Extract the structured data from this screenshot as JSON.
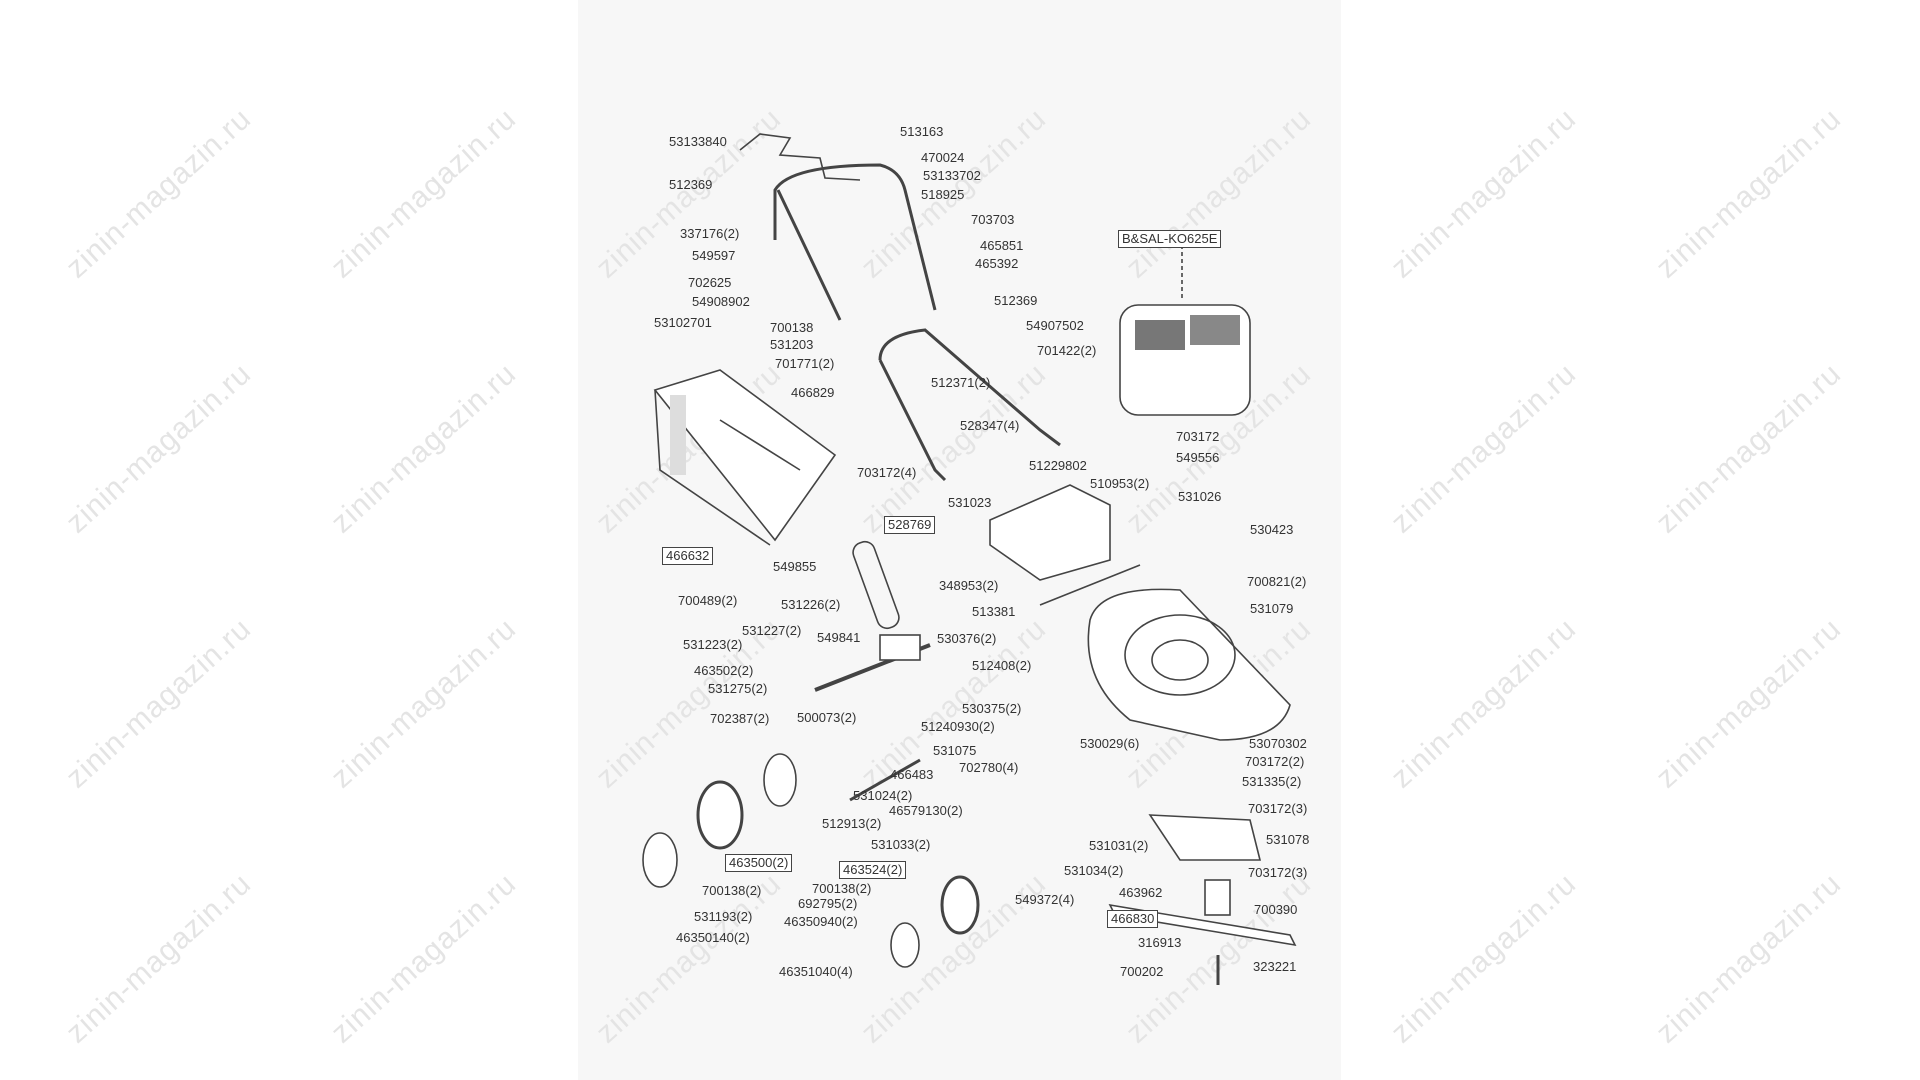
{
  "watermark": "zinin-magazin.ru",
  "engine_label": "B&SAL-KO625E",
  "labels": [
    "53133840",
    "513163",
    "470024",
    "53133702",
    "512369",
    "518925",
    "703703",
    "337176(2)",
    "465851",
    "549597",
    "465392",
    "702625",
    "54908902",
    "512369",
    "53102701",
    "54907502",
    "700138",
    "531203",
    "701422(2)",
    "701771(2)",
    "512371(2)",
    "466829",
    "528347(4)",
    "703172",
    "51229802",
    "549556",
    "703172(4)",
    "510953(2)",
    "531026",
    "531023",
    "530423",
    "528769",
    "466632",
    "549855",
    "348953(2)",
    "700821(2)",
    "700489(2)",
    "531226(2)",
    "531079",
    "513381",
    "531227(2)",
    "549841",
    "530376(2)",
    "531223(2)",
    "512408(2)",
    "463502(2)",
    "531275(2)",
    "530375(2)",
    "500073(2)",
    "702387(2)",
    "51240930(2)",
    "530029(6)",
    "53070302",
    "531075",
    "703172(2)",
    "702780(4)",
    "466483",
    "531335(2)",
    "531024(2)",
    "46579130(2)",
    "703172(3)",
    "512913(2)",
    "531078",
    "463500(2)",
    "531033(2)",
    "531031(2)",
    "463524(2)",
    "531034(2)",
    "703172(3)",
    "700138(2)",
    "700138(2)",
    "463962",
    "549372(4)",
    "692795(2)",
    "700390",
    "466830",
    "531193(2)",
    "46350940(2)",
    "46350140(2)",
    "316913",
    "700202",
    "323221",
    "46351040(4)"
  ]
}
